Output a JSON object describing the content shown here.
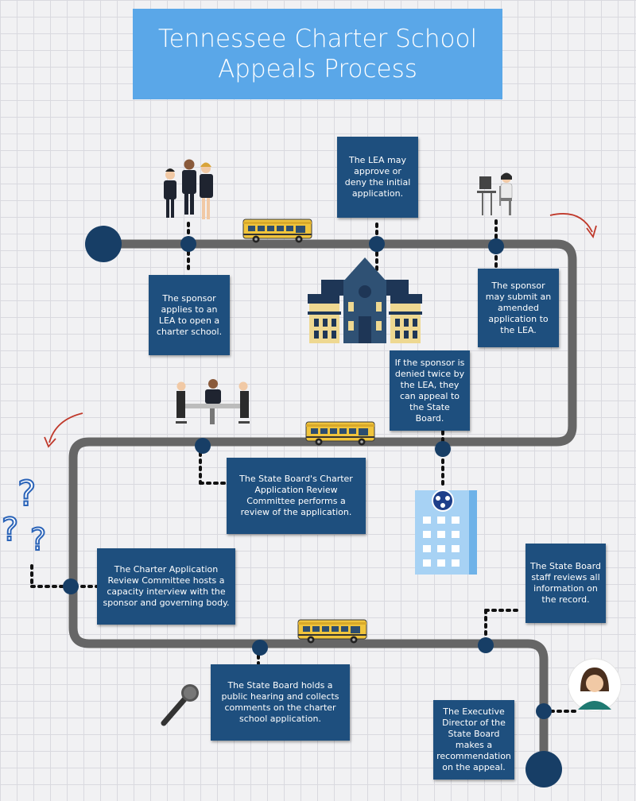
{
  "title": {
    "line1": "Tennessee Charter School",
    "line2": "Appeals Process"
  },
  "colors": {
    "title_bg": "#5aa7e8",
    "box_bg": "#1e4f7e",
    "road": "#666666",
    "node": "#173e66",
    "arrow": "#c0392b",
    "bus": "#f0c43c"
  },
  "steps": [
    {
      "id": "sponsor-applies",
      "text": "The sponsor applies to an LEA to open a charter school."
    },
    {
      "id": "lea-decision",
      "text": "The LEA may approve or deny the initial application."
    },
    {
      "id": "amended-application",
      "text": "The sponsor may submit an amended application to the LEA."
    },
    {
      "id": "appeal-to-state-board",
      "text": "If the sponsor is denied twice by the LEA, they can appeal to the State Board."
    },
    {
      "id": "review-committee",
      "text": "The State Board's Charter Application Review Committee performs a review of the application."
    },
    {
      "id": "capacity-interview",
      "text": "The Charter Application Review Committee hosts a capacity interview with the sponsor and governing body."
    },
    {
      "id": "staff-review",
      "text": "The State Board staff reviews all information on the record."
    },
    {
      "id": "public-hearing",
      "text": "The State Board holds a public hearing and collects comments on the charter school application."
    },
    {
      "id": "executive-recommendation",
      "text": "The Executive Director of the State Board makes a recommendation on the appeal."
    }
  ],
  "icons": [
    "business-people-icon",
    "school-bus-icon",
    "school-building-icon",
    "woman-at-desk-icon",
    "meeting-table-icon",
    "state-building-icon",
    "question-marks-icon",
    "microphone-icon",
    "woman-avatar-icon",
    "curved-arrow-icon"
  ]
}
